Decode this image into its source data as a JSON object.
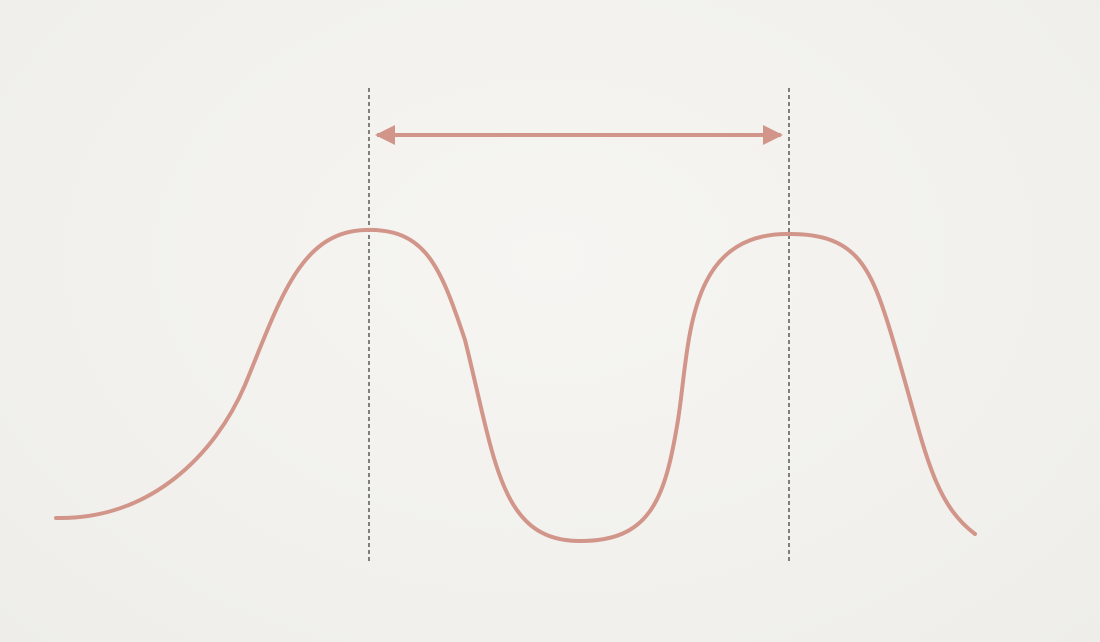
{
  "diagram": {
    "type": "wave-period",
    "colors": {
      "background": "#f3f2ef",
      "wave": "#d2958a",
      "arrow": "#d2958a",
      "guide": "#333333"
    },
    "elements": [
      "waveform",
      "left-crest-guide",
      "right-crest-guide",
      "crest-to-crest-arrow"
    ]
  }
}
